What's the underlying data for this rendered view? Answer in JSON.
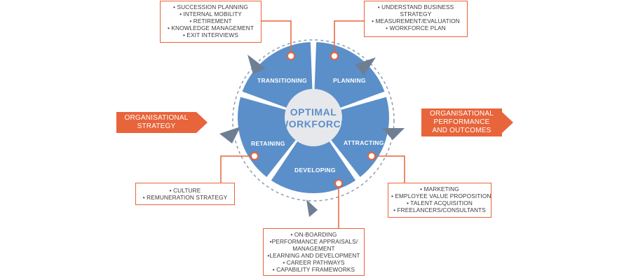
{
  "center": {
    "line1": "OPTIMAL",
    "line2": "WORKFORCE"
  },
  "segments": [
    {
      "name": "transitioning",
      "label": "TRANSITIONING"
    },
    {
      "name": "planning",
      "label": "PLANNING"
    },
    {
      "name": "attracting",
      "label": "ATTRACTING"
    },
    {
      "name": "developing",
      "label": "DEVELOPING"
    },
    {
      "name": "retaining",
      "label": "RETAINING"
    }
  ],
  "left_label": {
    "line1": "ORGANISATIONAL",
    "line2": "STRATEGY"
  },
  "right_label": {
    "line1": "ORGANISATIONAL",
    "line2": "PERFORMANCE",
    "line3": "AND OUTCOMES"
  },
  "boxes": {
    "transitioning": [
      "• SUCCESSION PLANNING",
      "• INTERNAL MOBILITY",
      "• RETIREMENT",
      "• KNOWLEDGE MANAGEMENT",
      "• EXIT INTERVIEWS"
    ],
    "planning": [
      "• UNDERSTAND BUSINESS",
      "STRATEGY",
      "• MEASUREMENT/EVALUATION",
      "• WORKFORCE PLAN"
    ],
    "retaining": [
      "• CULTURE",
      "• REMUNERATION STRATEGY"
    ],
    "attracting": [
      "• MARKETING",
      "• EMPLOYEE VALUE PROPOSITION",
      "• TALENT ACQUISITION",
      "• FREELANCERS/CONSULTANTS"
    ],
    "developing": [
      "• ON-BOARDING",
      "•PERFORMANCE APPRAISALS/",
      "MANAGEMENT",
      "•LEARNING AND DEVELOPMENT",
      "• CAREER PATHWAYS",
      "• CAPABILITY FRAMEWORKS"
    ]
  },
  "colors": {
    "segment": "#5b8fc9",
    "accent": "#e8643a",
    "center_fill": "#e6e8ec",
    "arrow_gray": "#6f7f93",
    "ring": "#8d9bb0"
  }
}
